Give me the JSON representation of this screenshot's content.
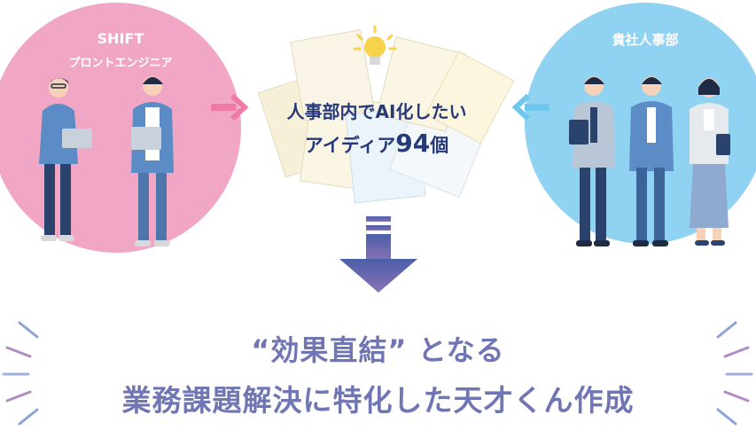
{
  "left_group": {
    "title": "SHIFT",
    "subtitle": "プロントエンジニア"
  },
  "right_group": {
    "title": "貴社人事部"
  },
  "center": {
    "line1": "人事部内でAI化したい",
    "line2_prefix": "アイディア",
    "line2_count": "94",
    "line2_suffix": "個"
  },
  "headline": {
    "line1": "“効果直結” となる",
    "line2": "業務課題解決に特化した天才くん作成"
  },
  "colors": {
    "pink": "#f2a6c5",
    "blue": "#8fd2f2",
    "navy": "#263a78",
    "purple": "#7076b4",
    "arrow_left": "#ef7aa6",
    "arrow_right": "#6fc7ee"
  },
  "icons": [
    "lightbulb-icon",
    "down-arrow-icon",
    "right-arrow-icon",
    "left-arrow-icon"
  ]
}
